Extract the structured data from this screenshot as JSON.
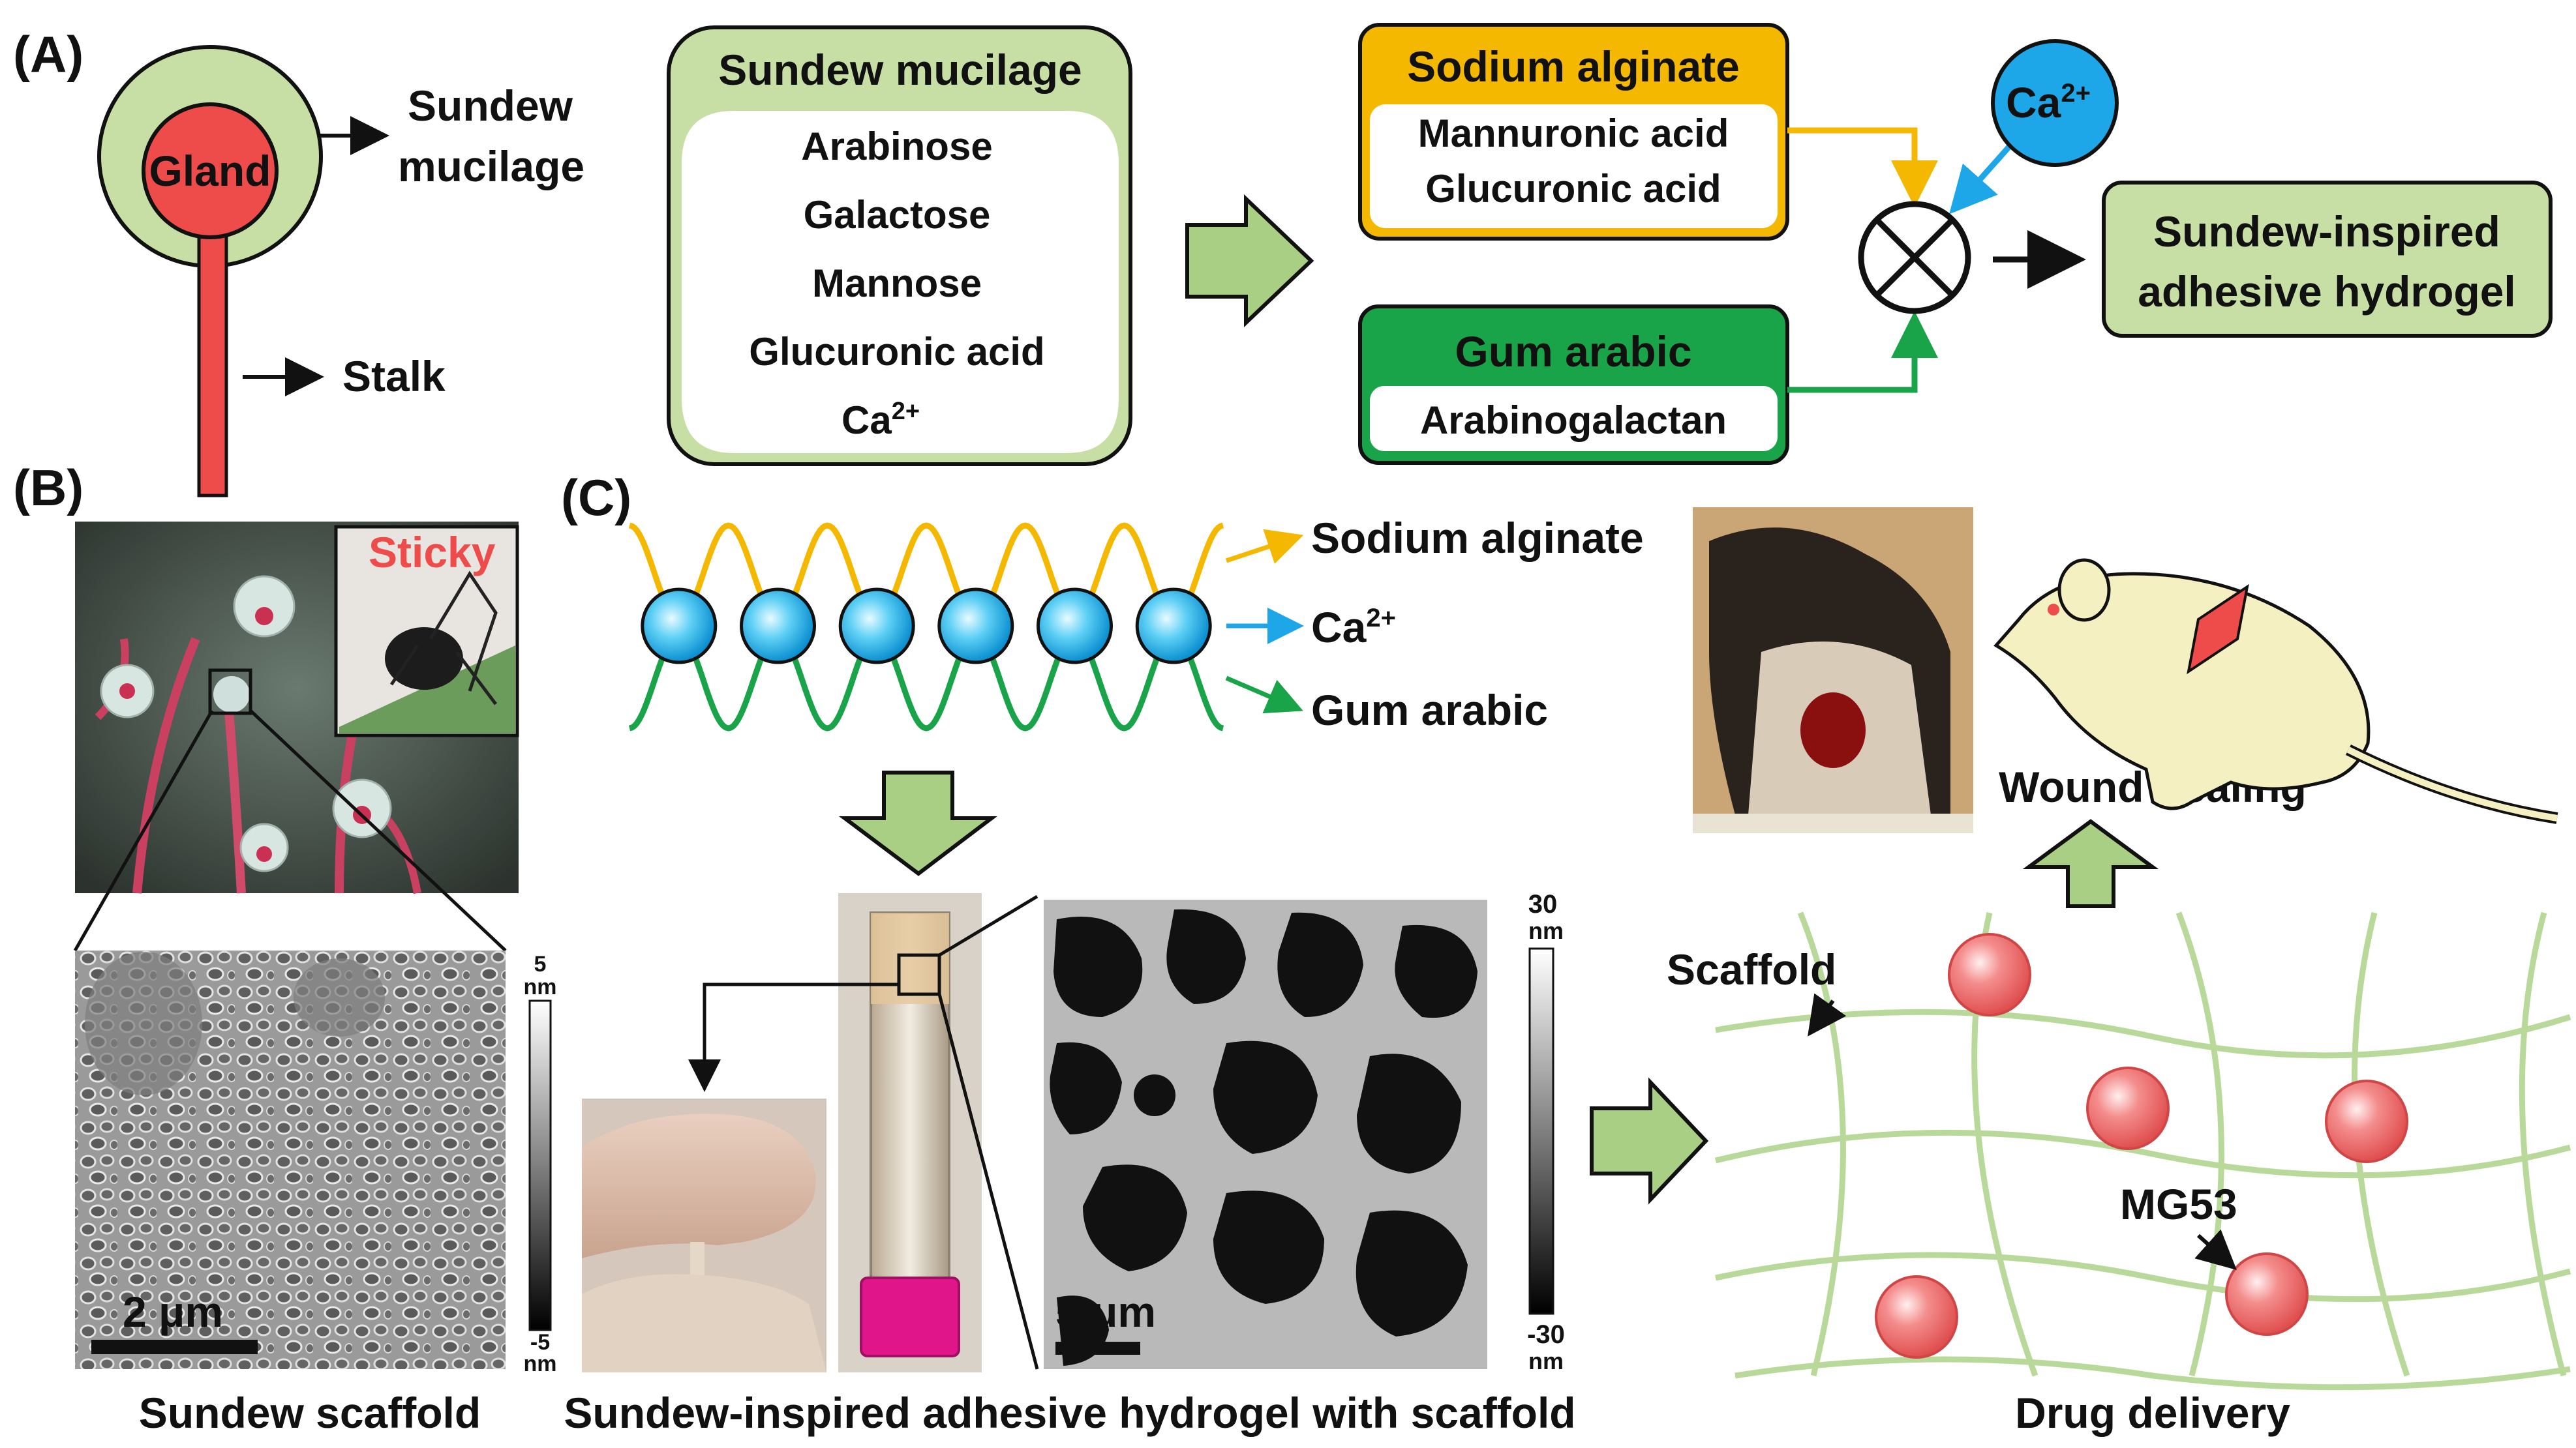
{
  "panels": {
    "a": "(A)",
    "b": "(B)",
    "c": "(C)"
  },
  "panel_a": {
    "gland": "Gland",
    "mucilage_line1": "Sundew",
    "mucilage_line2": "mucilage",
    "stalk": "Stalk"
  },
  "mucilage_box": {
    "title": "Sundew mucilage",
    "items": [
      "Arabinose",
      "Galactose",
      "Mannose",
      "Glucuronic acid"
    ],
    "ca_base": "Ca",
    "ca_sup": "2+"
  },
  "alginate_box": {
    "title": "Sodium alginate",
    "line1": "Mannuronic acid",
    "line2": "Glucuronic acid"
  },
  "gum_box": {
    "title": "Gum arabic",
    "line1": "Arabinogalactan"
  },
  "ca_circle": {
    "base": "Ca",
    "sup": "2+"
  },
  "result_box": {
    "line1": "Sundew-inspired",
    "line2": "adhesive hydrogel"
  },
  "panel_b": {
    "sticky": "Sticky",
    "scale_bar": "2 μm",
    "colorbar_top": "5",
    "colorbar_bottom": "-5",
    "colorbar_unit": "nm",
    "caption": "Sundew scaffold"
  },
  "panel_c": {
    "legend_alginate": "Sodium alginate",
    "legend_ca_base": "Ca",
    "legend_ca_sup": "2+",
    "legend_gum": "Gum arabic",
    "scale_bar": "5 μm",
    "colorbar_top": "30",
    "colorbar_bottom": "-30",
    "colorbar_unit": "nm",
    "caption": "Sundew-inspired adhesive hydrogel with scaffold"
  },
  "panel_drug": {
    "scaffold": "Scaffold",
    "mg53": "MG53",
    "wound_healing": "Wound healing",
    "caption": "Drug delivery"
  },
  "colors": {
    "green_fill": "#c7dfa4",
    "green_border": "#8fbf67",
    "red": "#ee4b4b",
    "yellow": "#f5b800",
    "gum_green": "#1aa44a",
    "ca_blue": "#1ea7e8",
    "mesh_green": "#b9d99a"
  }
}
